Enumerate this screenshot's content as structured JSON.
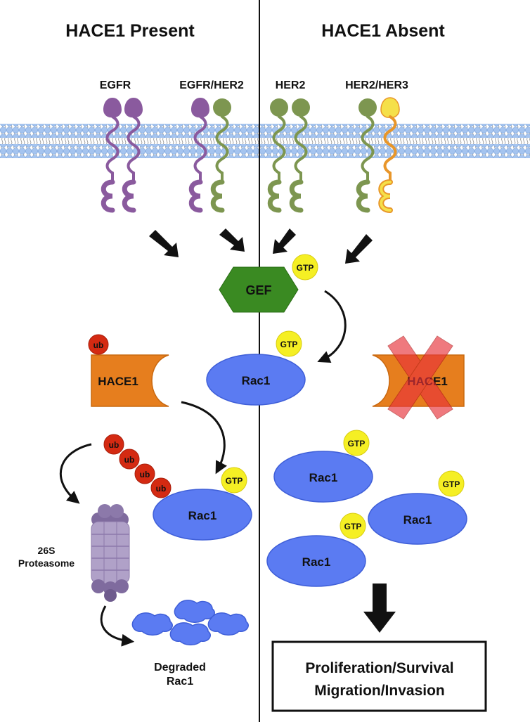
{
  "headings": {
    "left": "HACE1 Present",
    "right": "HACE1 Absent"
  },
  "receptors": {
    "egfr": "EGFR",
    "egfr_her2": "EGFR/HER2",
    "her2": "HER2",
    "her2_her3": "HER2/HER3"
  },
  "molecules": {
    "gef": "GEF",
    "gtp": "GTP",
    "rac1": "Rac1",
    "hace1": "HACE1",
    "ub": "ub"
  },
  "labels": {
    "proteasome_line1": "26S",
    "proteasome_line2": "Proteasome",
    "degraded_line1": "Degraded",
    "degraded_line2": "Rac1"
  },
  "outcome": {
    "line1": "Proliferation/Survival",
    "line2": "Migration/Invasion"
  },
  "colors": {
    "egfr": "#8a5a9e",
    "her2": "#7d9650",
    "her3": "#f5e04a",
    "her3_outline": "#e8962a",
    "gef": "#3a8a22",
    "rac1": "#5b7bf2",
    "gtp": "#f5ef24",
    "hace1": "#e67e1e",
    "ub": "#d42a12",
    "proteasome": "#9b88b5",
    "membrane_head": "#a5c4ef"
  }
}
